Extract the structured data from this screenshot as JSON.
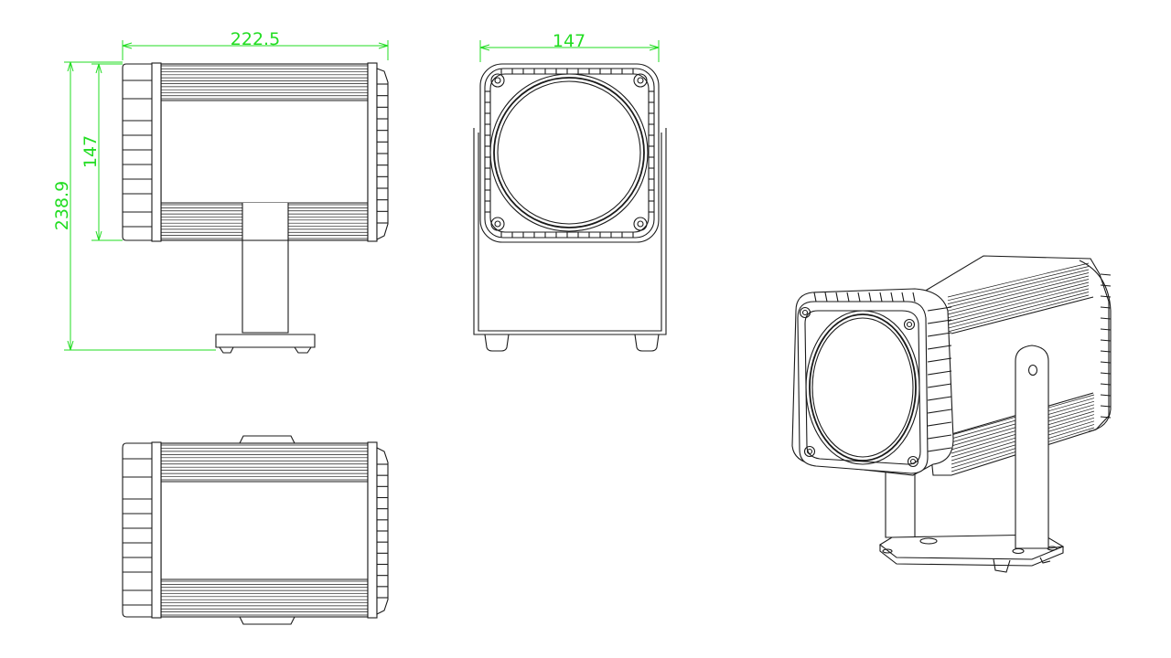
{
  "dimensions": {
    "length": "222.5",
    "width": "147",
    "body_height": "147",
    "total_height": "238.9"
  },
  "colors": {
    "dimension_lines": "#22dd22",
    "outline": "#1a1a1a",
    "background": "#ffffff"
  }
}
